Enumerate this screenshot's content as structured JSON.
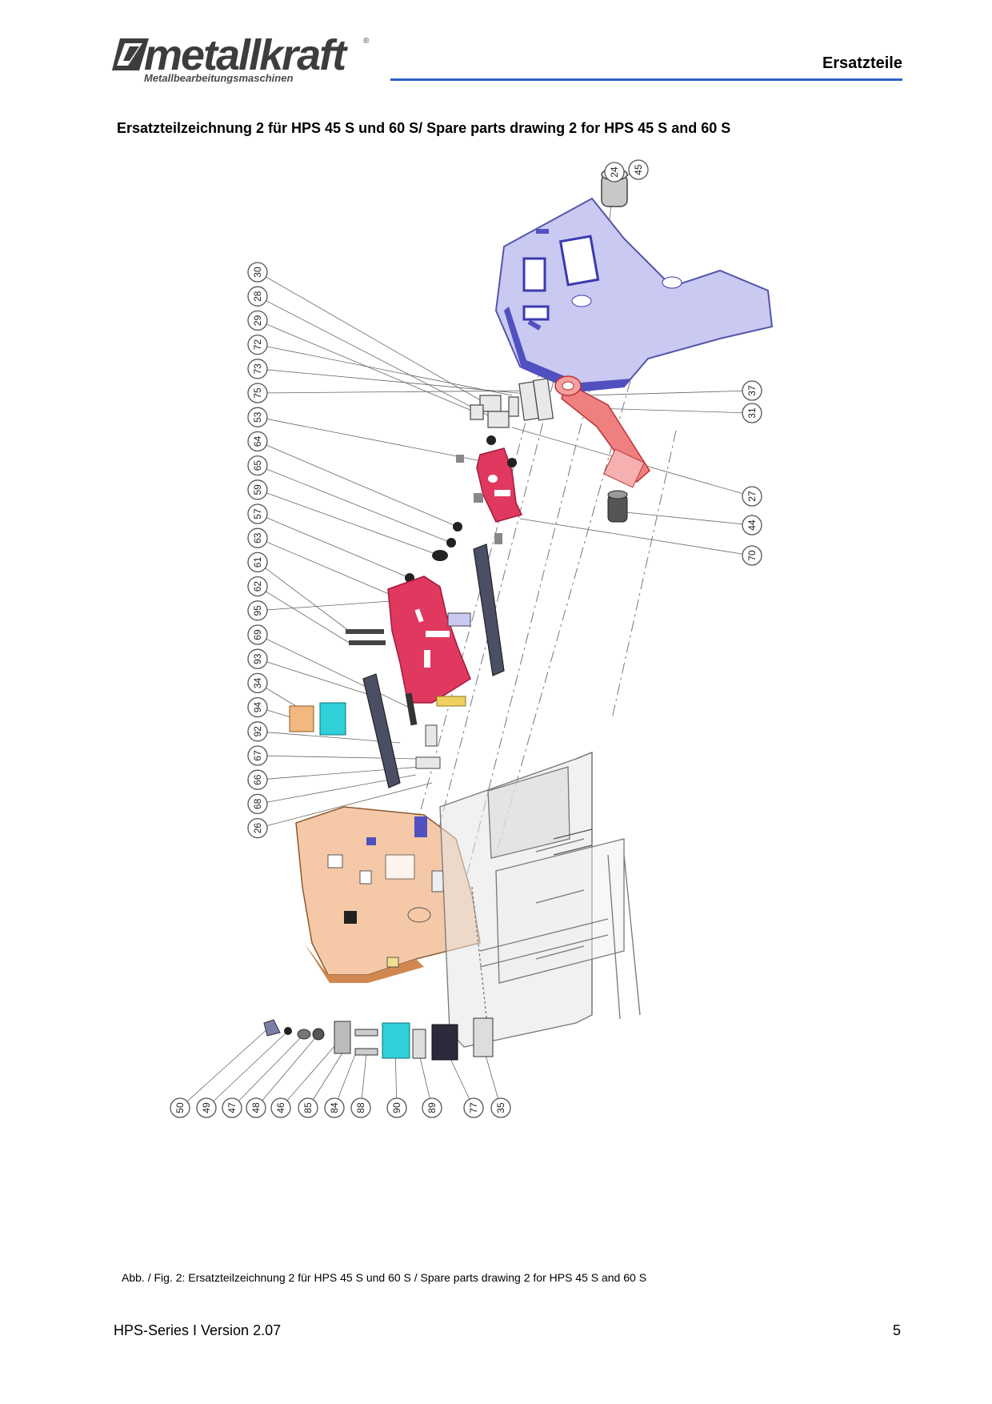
{
  "header": {
    "logo_text": "metallkraft",
    "logo_subtitle": "Metallbearbeitungsmaschinen",
    "logo_reg": "®",
    "section": "Ersatzteile",
    "rule_color": "#2d63c8"
  },
  "drawing_title": "Ersatzteilzeichnung 2 für HPS 45 S und 60 S/ Spare parts drawing 2 for HPS 45 S and 60 S",
  "callouts": {
    "top": [
      "24",
      "45"
    ],
    "left": [
      "30",
      "28",
      "29",
      "72",
      "73",
      "75",
      "53",
      "64",
      "65",
      "59",
      "57",
      "63",
      "61",
      "62",
      "95",
      "69",
      "93",
      "34",
      "94",
      "92",
      "67",
      "66",
      "68",
      "26"
    ],
    "right": [
      "37",
      "31",
      "27",
      "44",
      "70"
    ],
    "bottom": [
      "50",
      "49",
      "47",
      "48",
      "46",
      "85",
      "84",
      "88",
      "90",
      "89",
      "77",
      "35"
    ]
  },
  "part_colors": {
    "top_plate": "#c9c9f2",
    "red_parts": "#e0385f",
    "cyan_parts": "#2fd0d8",
    "base_plate": "#f5c9a8",
    "dark_plates": "#4a4f66"
  },
  "caption": "Abb. / Fig. 2: Ersatzteilzeichnung 2 für HPS 45 S und 60 S / Spare parts drawing 2 for HPS 45 S and 60 S",
  "footer": {
    "left": "HPS-Series I Version 2.07",
    "page": "5"
  }
}
